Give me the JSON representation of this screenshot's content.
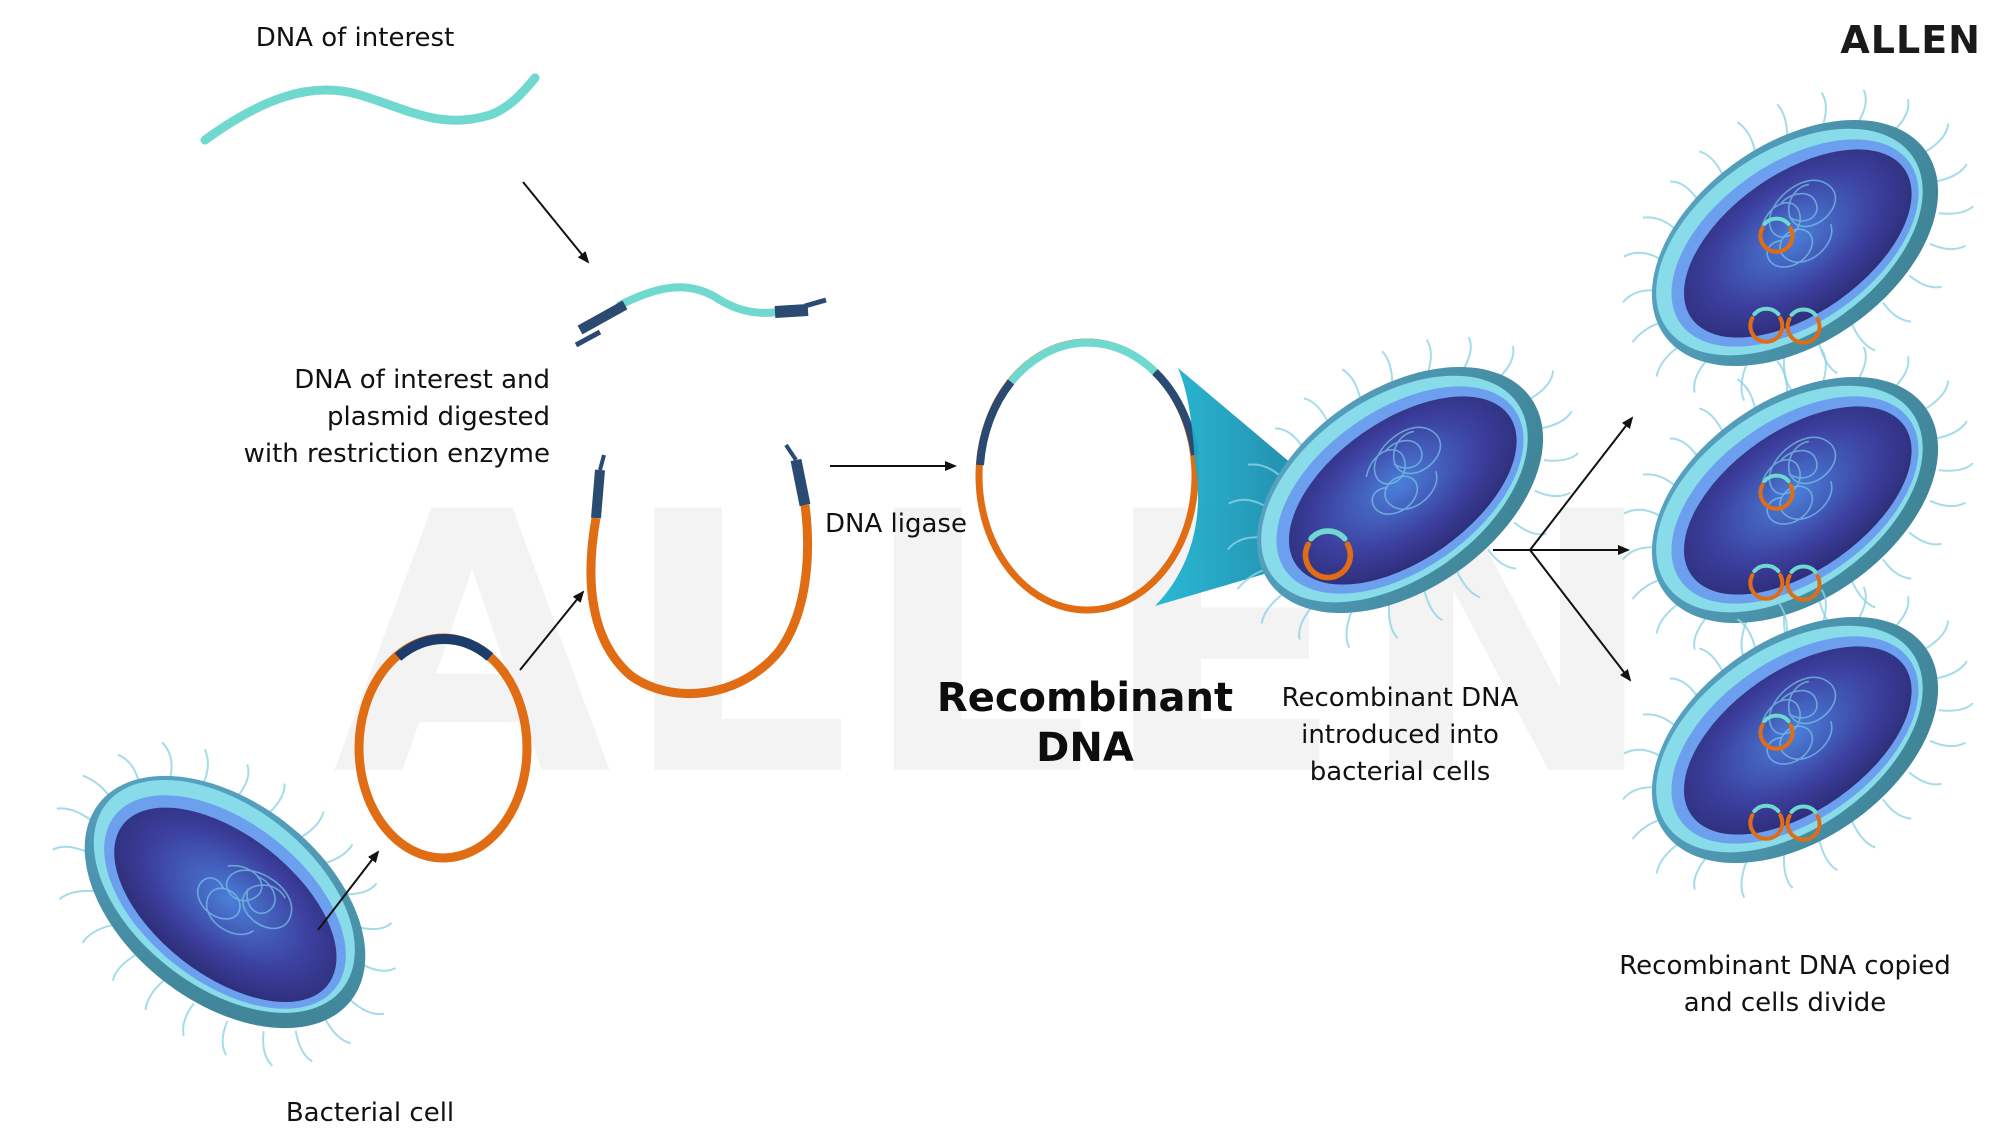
{
  "brand": {
    "logo_text": "ALLEN",
    "watermark_text": "ALLEN"
  },
  "labels": {
    "dna_of_interest": "DNA of interest",
    "digested": [
      "DNA of interest and",
      "plasmid digested",
      "with restriction enzyme"
    ],
    "dna_ligase": "DNA ligase",
    "recombinant_dna": [
      "Recombinant",
      "DNA"
    ],
    "introduced": [
      "Recombinant DNA",
      "introduced into",
      "bacterial cells"
    ],
    "copied": [
      "Recombinant DNA copied",
      "and cells divide"
    ],
    "bacterial_cell": "Bacterial cell"
  },
  "colors": {
    "dna_of_interest": "#6fd8cf",
    "plasmid": "#e06d14",
    "sticky_end": "#2b4a72",
    "cell_membrane": "#7fd6ea",
    "cell_body": "#3b3a9a",
    "cell_core": "#2a2a6e",
    "arrow": "#111111",
    "brand": "#1a1a1a"
  }
}
